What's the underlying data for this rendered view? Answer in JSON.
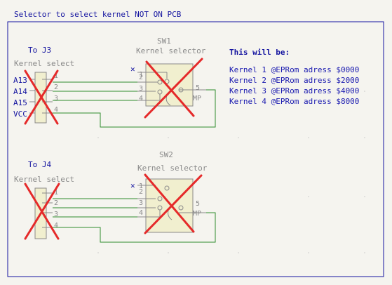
{
  "sheet_title": "Selector to select kernel NOT ON PCB",
  "note": {
    "heading": "This will be:",
    "lines": [
      "Kernel 1 @EPRom adress $0000",
      "Kernel 2 @EPRom adress $2000",
      "Kernel 3 @EPRom adress $4000",
      "Kernel 4 @EPRom adress $8000"
    ]
  },
  "top": {
    "connector_title": "To J3",
    "connector_value": "Kernel select",
    "nets": [
      "A13",
      "A14",
      "A15",
      "VCC"
    ],
    "connector_pins": [
      "1",
      "2",
      "3",
      "4"
    ],
    "switch_ref": "SW1",
    "switch_value": "Kernel selector",
    "switch_pins": [
      "1",
      "2",
      "3",
      "4",
      "5"
    ],
    "switch_common": "MP"
  },
  "bottom": {
    "connector_title": "To J4",
    "connector_value": "Kernel select",
    "connector_pins": [
      "1",
      "2",
      "3",
      "4"
    ],
    "switch_ref": "SW2",
    "switch_value": "Kernel selector",
    "switch_pins": [
      "1",
      "2",
      "3",
      "4",
      "5"
    ],
    "switch_common": "MP"
  },
  "colors": {
    "frame": "#1515a0",
    "wire": "#2e8b2e",
    "symbol": "#8a8a8a",
    "cross": "#e52a2a",
    "text_blue": "#1a1ab0",
    "background": "#f5f4ef"
  }
}
